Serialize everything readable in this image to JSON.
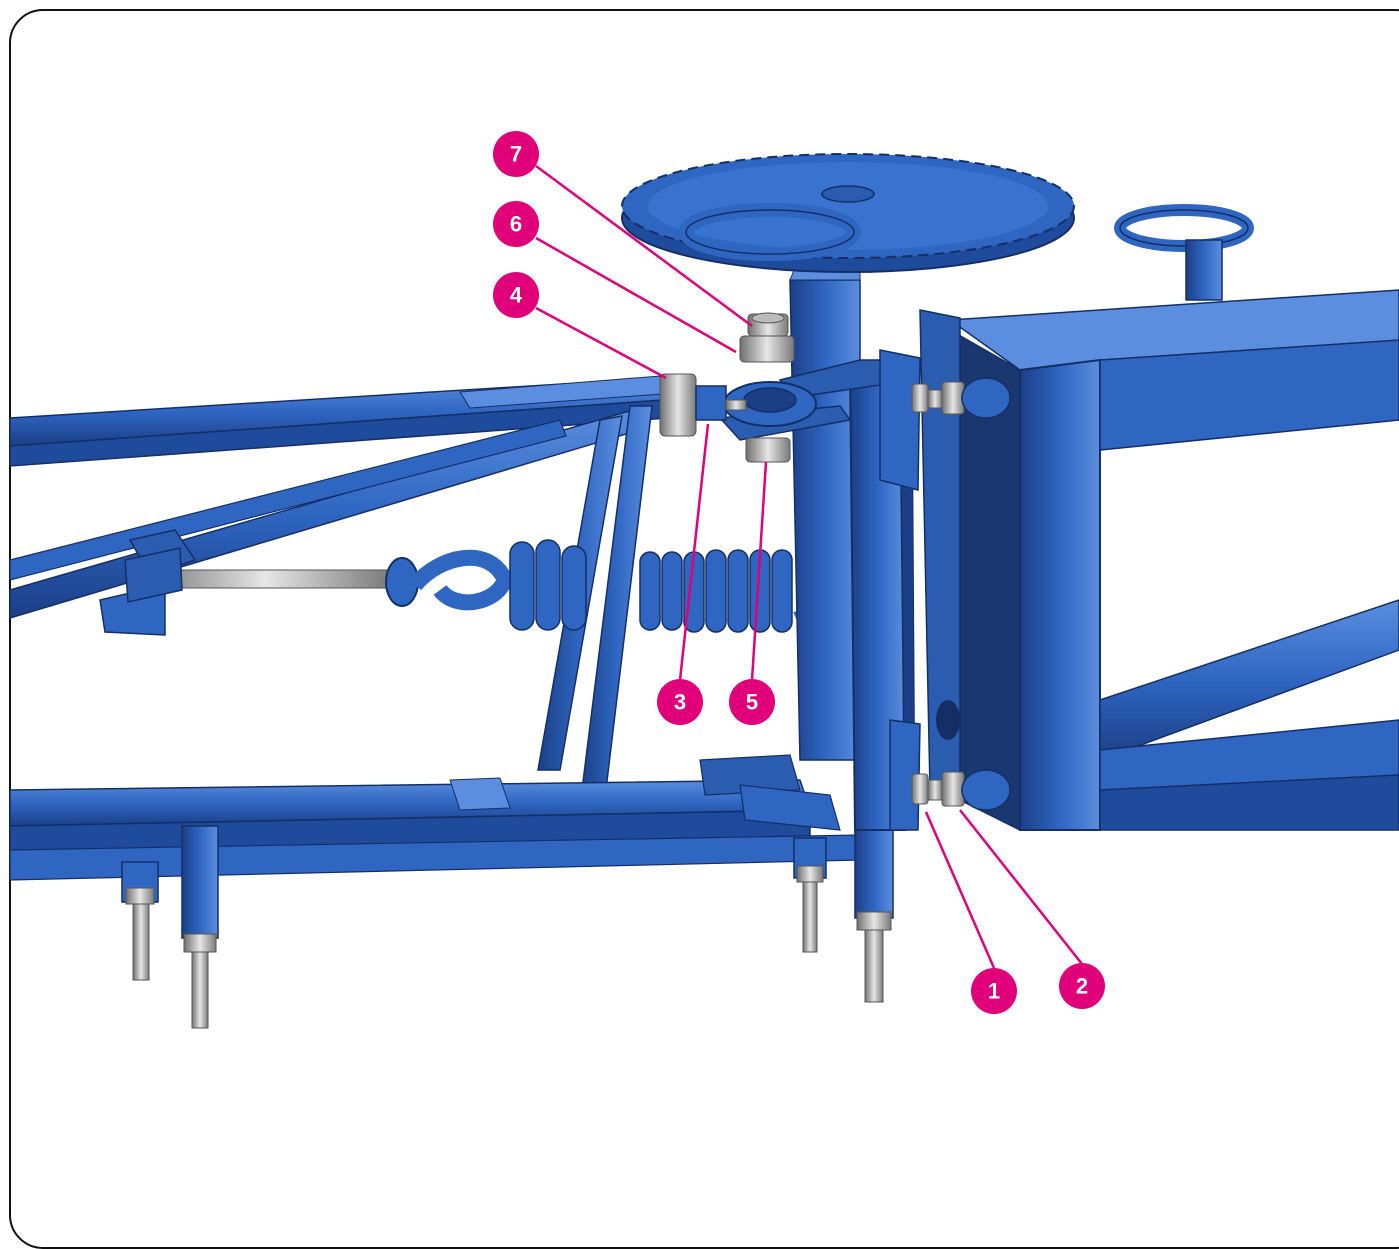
{
  "diagram": {
    "colors": {
      "steel_blue": "#2f66c2",
      "steel_blue_dark": "#1b3f86",
      "steel_blue_light": "#5b8ede",
      "callout": "#e0007a",
      "metal": "#9a9a9a"
    },
    "callouts": [
      {
        "label": "7"
      },
      {
        "label": "6"
      },
      {
        "label": "4"
      },
      {
        "label": "3"
      },
      {
        "label": "5"
      },
      {
        "label": "1"
      },
      {
        "label": "2"
      }
    ]
  }
}
